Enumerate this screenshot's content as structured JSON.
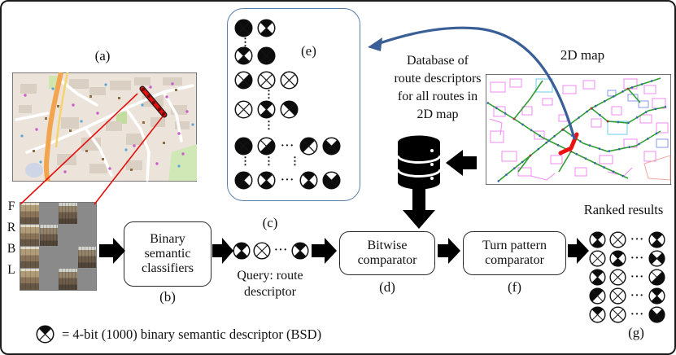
{
  "figure": {
    "panel_labels": {
      "a": "(a)",
      "b": "(b)",
      "c": "(c)",
      "d": "(d)",
      "e": "(e)",
      "f": "(f)",
      "g": "(g)"
    },
    "directions": [
      "F",
      "R",
      "B",
      "L"
    ],
    "boxes": {
      "classifier": {
        "lines": [
          "Binary",
          "semantic",
          "classifiers"
        ]
      },
      "bitwise": {
        "lines": [
          "Bitwise",
          "comparator"
        ]
      },
      "turn": {
        "lines": [
          "Turn pattern",
          "comparator"
        ]
      }
    },
    "query": {
      "caption_lines": [
        "Query: route",
        "descriptor"
      ],
      "cells": [
        "1010",
        "0000",
        "...",
        "1010"
      ]
    },
    "database": {
      "lines": [
        "Database of",
        "route descriptors",
        "for all routes in",
        "2D map"
      ]
    },
    "map2d": {
      "title": "2D map"
    },
    "ranked": {
      "title": "Ranked results",
      "rows": [
        [
          "1010",
          "0000",
          "...",
          "1010"
        ],
        [
          "0000",
          "1010",
          "...",
          "0101"
        ],
        [
          "1010",
          "0000",
          "...",
          "0110"
        ],
        [
          "1001",
          "0000",
          "...",
          "1010"
        ],
        [
          "1000",
          "0000",
          "...",
          "0111"
        ]
      ]
    },
    "panel_e": {
      "rows": [
        [
          "1111",
          "1010"
        ],
        [
          "1010",
          "1111"
        ],
        [
          "0110",
          "0000",
          "0000"
        ],
        [
          "0000",
          "1010",
          "1100"
        ],
        [
          "1111",
          "0110",
          "...",
          "1001",
          "0111"
        ],
        [
          "1011",
          "1010",
          "...",
          "1010",
          "0111"
        ]
      ]
    },
    "legend": {
      "symbol": "1000",
      "text": "= 4-bit (1000) binary semantic descriptor (BSD)"
    },
    "symbols": {
      "hdots": "···",
      "vdots": "⋮"
    },
    "colors": {
      "accent_blue": "#3a5f96",
      "route_red": "#e31010",
      "arrow_black": "#000000"
    }
  }
}
